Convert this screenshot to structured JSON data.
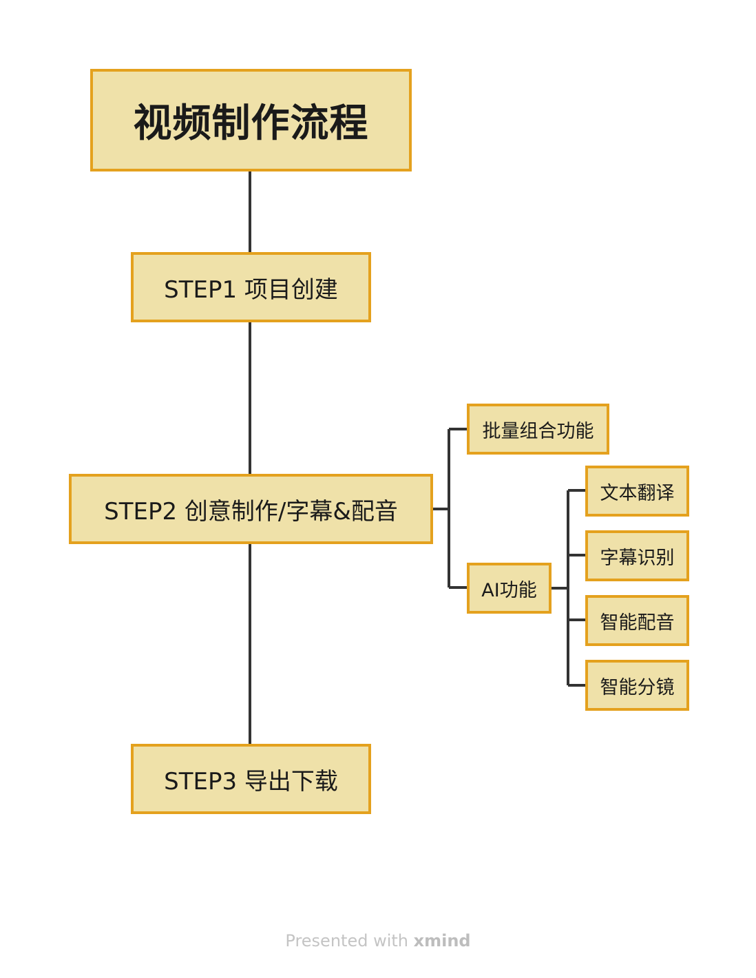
{
  "diagram": {
    "root": {
      "label": "视频制作流程"
    },
    "steps": [
      {
        "label": "STEP1 项目创建"
      },
      {
        "label": "STEP2 创意制作/字幕&配音"
      },
      {
        "label": "STEP3 导出下载"
      }
    ],
    "step2_children": [
      {
        "label": "批量组合功能"
      },
      {
        "label": "AI功能"
      }
    ],
    "ai_children": [
      {
        "label": "文本翻译"
      },
      {
        "label": "字幕识别"
      },
      {
        "label": "智能配音"
      },
      {
        "label": "智能分镜"
      }
    ]
  },
  "footer": {
    "prefix": "Presented with",
    "brand": "xmind"
  },
  "colors": {
    "node_fill": "#efe1a9",
    "node_border": "#e4a11e",
    "connector": "#333333"
  }
}
